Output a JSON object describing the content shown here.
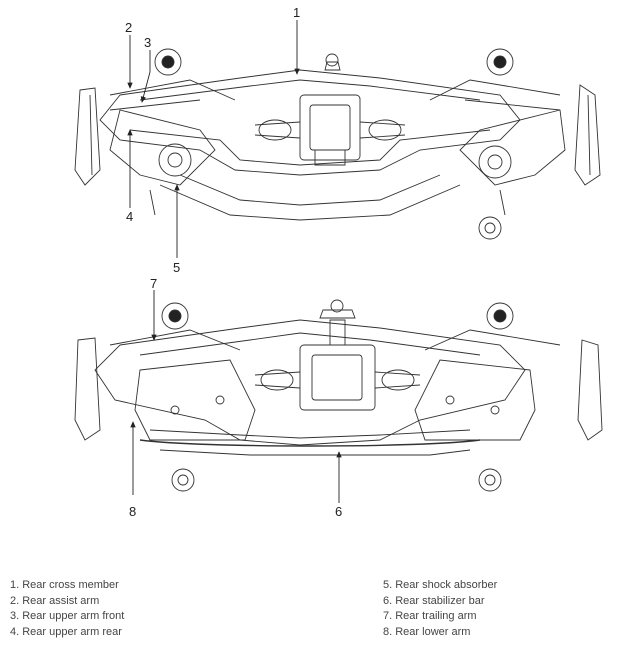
{
  "callouts": {
    "top": [
      "1",
      "2",
      "3",
      "4",
      "5"
    ],
    "bottom": [
      "7",
      "6",
      "8"
    ]
  },
  "legend": {
    "left": [
      "1. Rear cross member",
      "2. Rear assist arm",
      "3. Rear upper arm front",
      "4. Rear upper arm rear"
    ],
    "right": [
      "5. Rear shock absorber",
      "6. Rear stabilizer bar",
      "7. Rear trailing arm",
      "8. Rear lower arm"
    ]
  },
  "colors": {
    "line": "#222222",
    "background": "#ffffff"
  }
}
